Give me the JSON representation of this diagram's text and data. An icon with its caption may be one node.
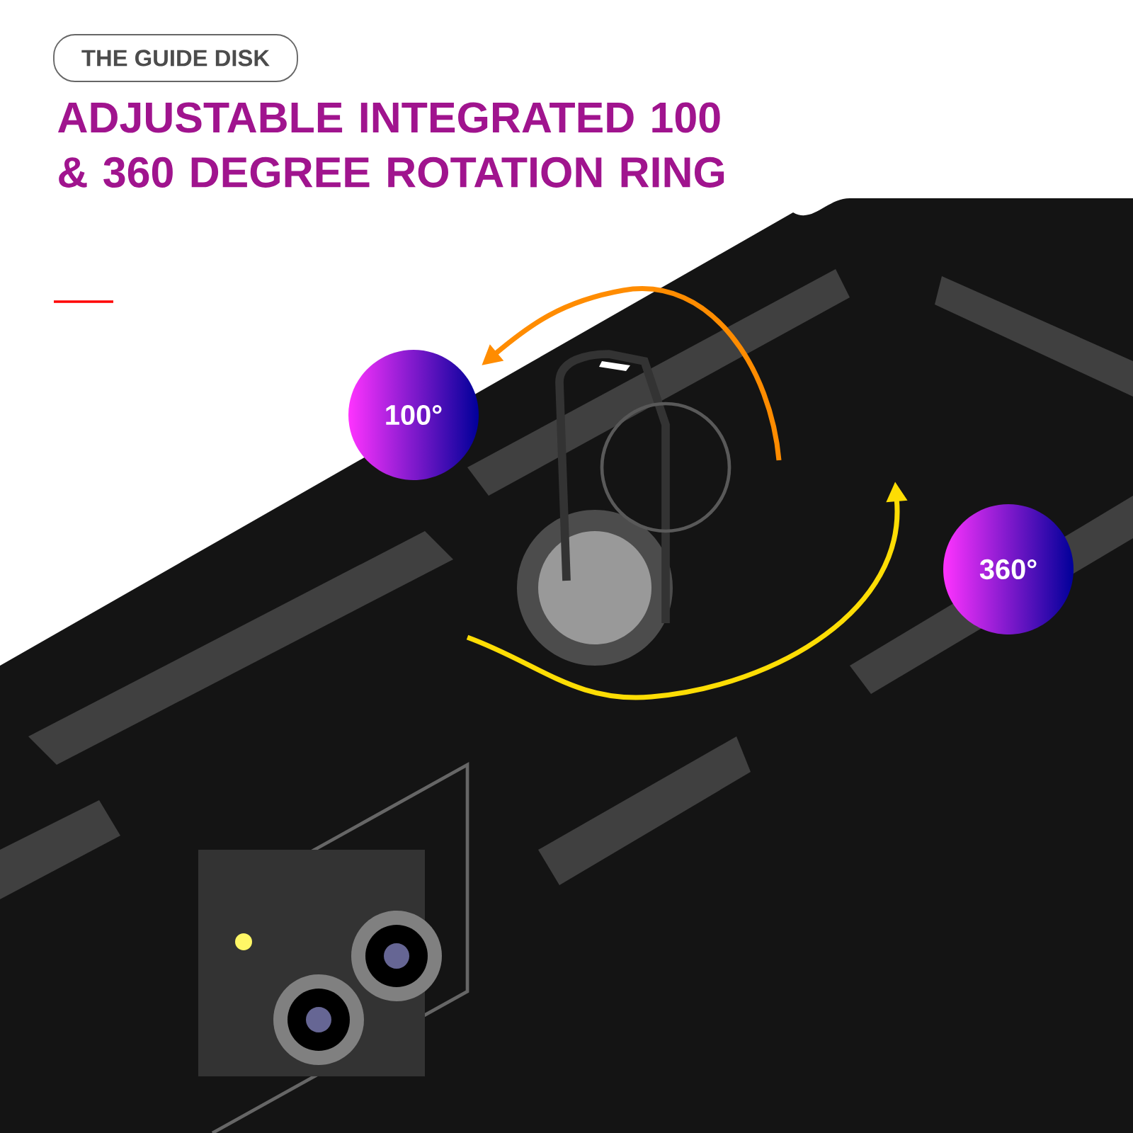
{
  "diagram": {
    "title": "ADJUSTABLE INTEGRATED 100 & 360 DEGREE ROTATION RING",
    "nodes": [
      {
        "text": [
          "THE GUIDE DISK"
        ]
      },
      {
        "text": [
          "100°"
        ]
      },
      {
        "text": [
          "360°"
        ]
      }
    ]
  }
}
